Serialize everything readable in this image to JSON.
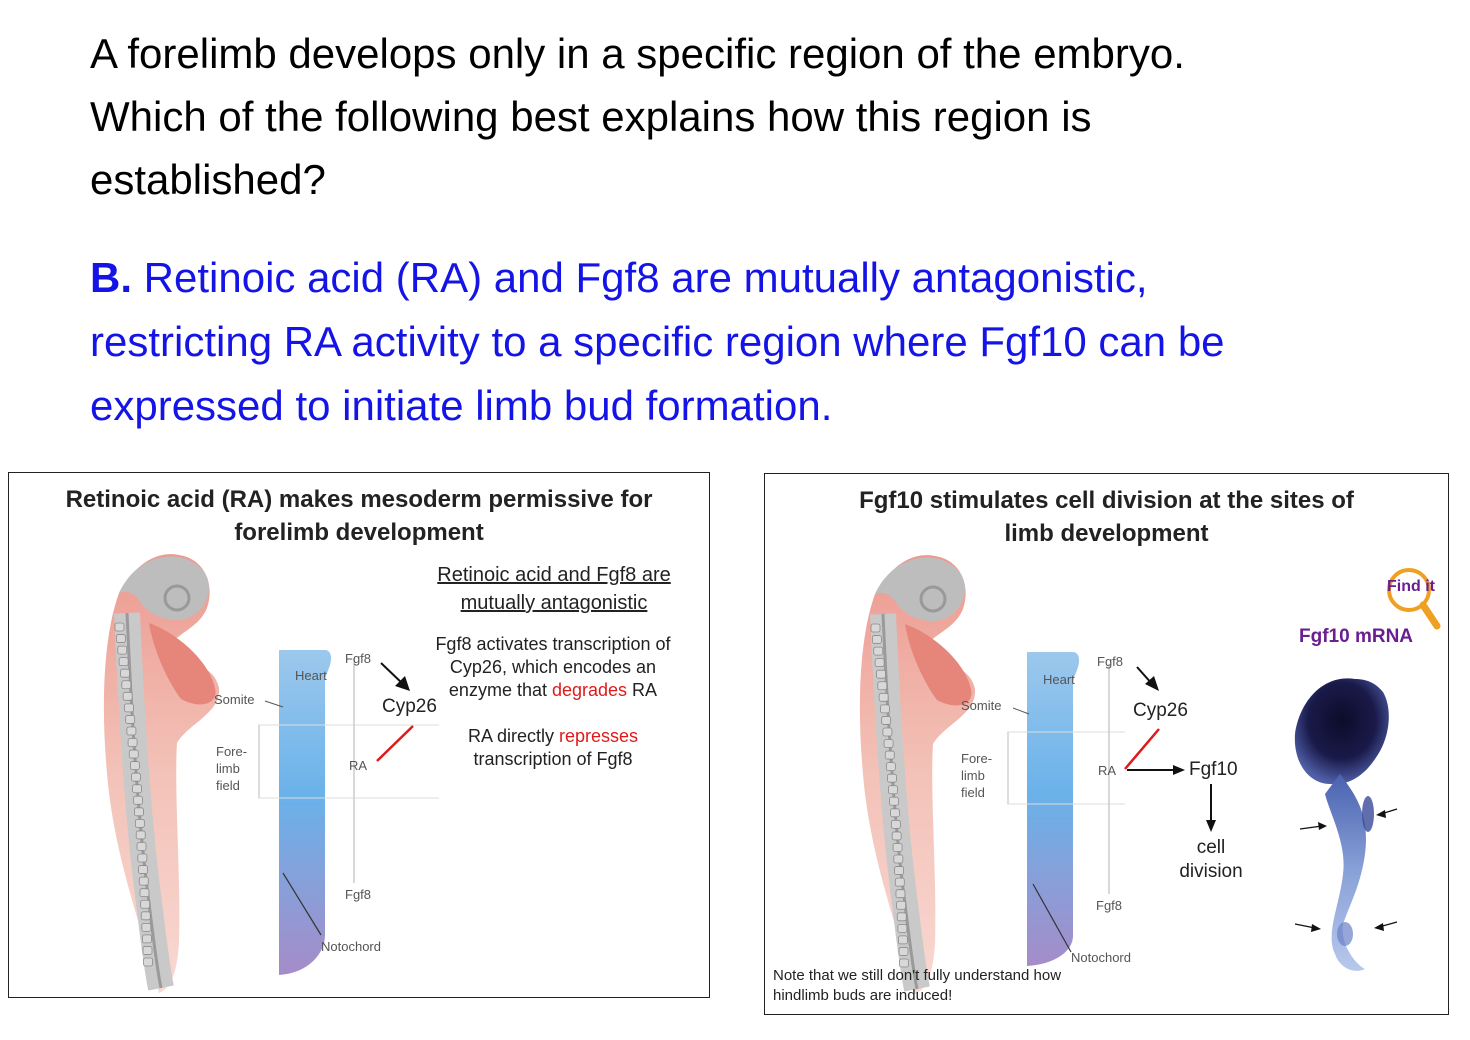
{
  "question": {
    "line1": "A forelimb develops only in a specific region of the embryo.",
    "line2": "Which of the following best explains how this region is",
    "line3": "established?"
  },
  "answer": {
    "letter": "B.",
    "line1": " Retinoic acid (RA) and Fgf8 are mutually antagonistic,",
    "line2": "restricting RA activity to a specific region where Fgf10 can be",
    "line3": "expressed to initiate limb bud formation."
  },
  "left_panel": {
    "title_line1": "Retinoic acid (RA) makes mesoderm permissive for",
    "title_line2": "forelimb development",
    "labels": {
      "heart": "Heart",
      "somite": "Somite",
      "fore": "Fore-",
      "limb": "limb",
      "field": "field",
      "fgf8_top": "Fgf8",
      "cyp26": "Cyp26",
      "ra": "RA",
      "fgf8_bottom": "Fgf8",
      "notochord": "Notochord"
    },
    "note_head_line1": "Retinoic acid and Fgf8 are",
    "note_head_line2": "mutually antagonistic",
    "note1_line1": "Fgf8 activates transcription of",
    "note1_line2": "Cyp26, which encodes an",
    "note1_line3_pre": "enzyme that ",
    "note1_line3_red": "degrades",
    "note1_line3_post": " RA",
    "note2_line1_pre": "RA directly ",
    "note2_line1_red": "represses",
    "note2_line2": "transcription of Fgf8"
  },
  "right_panel": {
    "title_line1": "Fgf10 stimulates cell division at the sites of",
    "title_line2": "limb development",
    "labels": {
      "heart": "Heart",
      "somite": "Somite",
      "fore": "Fore-",
      "limb": "limb",
      "field": "field",
      "fgf8_top": "Fgf8",
      "cyp26": "Cyp26",
      "ra": "RA",
      "fgf10": "Fgf10",
      "cell": "cell",
      "division": "division",
      "fgf8_bottom": "Fgf8",
      "notochord": "Notochord"
    },
    "fgf10_mrna": "Fgf10 mRNA",
    "find_it": "Find it",
    "caption_line1": "Note that we still don't fully understand how",
    "caption_line2": "hindlimb buds are induced!"
  },
  "colors": {
    "answer_blue": "#1414e6",
    "red": "#e01a1a",
    "purple": "#6a1e92",
    "orange": "#f0a020"
  }
}
